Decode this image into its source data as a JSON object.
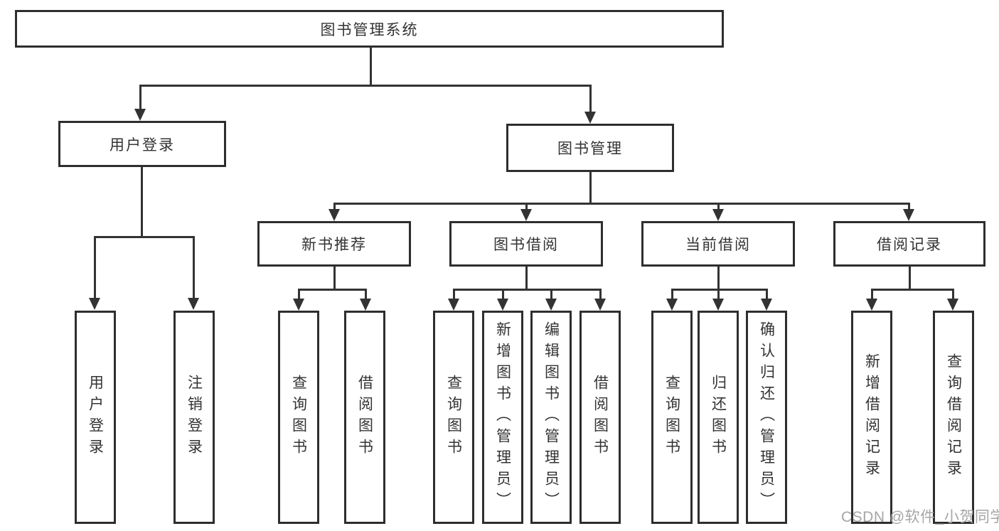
{
  "tree": {
    "root": "图书管理系统",
    "branches": [
      {
        "label": "用户登录",
        "children": [
          "用户登录",
          "注销登录"
        ]
      },
      {
        "label": "图书管理",
        "groups": [
          {
            "label": "新书推荐",
            "children": [
              "查询图书",
              "借阅图书"
            ]
          },
          {
            "label": "图书借阅",
            "children": [
              "查询图书",
              "新增图书（管理员）",
              "编辑图书（管理员）",
              "借阅图书"
            ]
          },
          {
            "label": "当前借阅",
            "children": [
              "查询图书",
              "归还图书",
              "确认归还（管理员）"
            ]
          },
          {
            "label": "借阅记录",
            "children": [
              "新增借阅记录",
              "查询借阅记录"
            ]
          }
        ]
      }
    ]
  },
  "watermark": "CSDN @软件_小贺同学",
  "colors": {
    "line": "#333333",
    "box_border": "#2e2e2e",
    "text": "#333333",
    "watermark": "#a6a6a6",
    "background": "#ffffff"
  }
}
